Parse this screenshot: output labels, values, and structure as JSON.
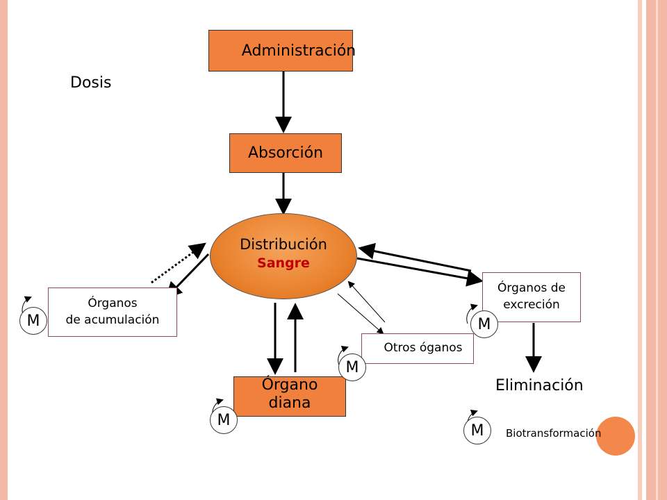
{
  "nodes": {
    "administracion": "Administración",
    "absorcion": "Absorción",
    "distribucion": "Distribución",
    "sangre": "Sangre",
    "organos_acumulacion_1": "Órganos",
    "organos_acumulacion_2": "de acumulación",
    "organos_excrecion_1": "Órganos de",
    "organos_excrecion_2": "excreción",
    "otros_organos": "Otros óganos",
    "organo_diana_1": "Órgano",
    "organo_diana_2": "diana"
  },
  "labels": {
    "dosis": "Dosis",
    "eliminacion": "Eliminación",
    "biotransformacion": "Biotransformación",
    "m": "M"
  },
  "colors": {
    "box_fill": "#f0803c",
    "sangre_text": "#c00000",
    "frame": "#f4b9a6"
  }
}
